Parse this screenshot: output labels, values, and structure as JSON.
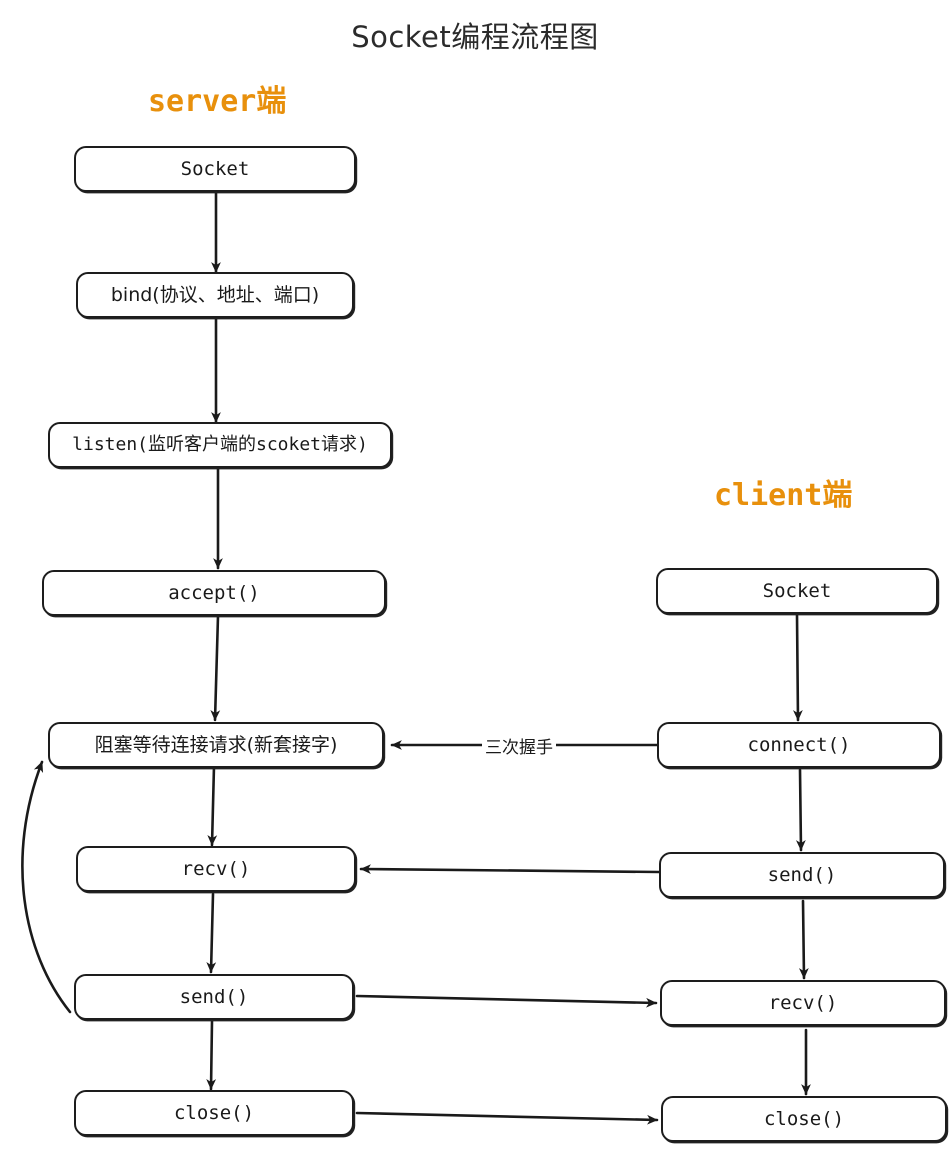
{
  "title": "Socket编程流程图",
  "colors": {
    "lane_label": "#e8900c",
    "node_border": "#1d1d1d",
    "text": "#1a1a1a",
    "background": "#ffffff"
  },
  "lanes": [
    {
      "id": "server",
      "label": "server端"
    },
    {
      "id": "client",
      "label": "client端"
    }
  ],
  "server": {
    "lane_label": "server端",
    "nodes": [
      {
        "id": "server-socket",
        "label": "Socket"
      },
      {
        "id": "server-bind",
        "label": "bind(协议、地址、端口)"
      },
      {
        "id": "server-listen",
        "label": "listen(监听客户端的scoket请求)"
      },
      {
        "id": "server-accept",
        "label": "accept()"
      },
      {
        "id": "server-block",
        "label": "阻塞等待连接请求(新套接字)"
      },
      {
        "id": "server-recv",
        "label": "recv()"
      },
      {
        "id": "server-send",
        "label": "send()"
      },
      {
        "id": "server-close",
        "label": "close()"
      }
    ]
  },
  "client": {
    "lane_label": "client端",
    "nodes": [
      {
        "id": "client-socket",
        "label": "Socket"
      },
      {
        "id": "client-connect",
        "label": "connect()"
      },
      {
        "id": "client-send",
        "label": "send()"
      },
      {
        "id": "client-recv",
        "label": "recv()"
      },
      {
        "id": "client-close",
        "label": "close()"
      }
    ]
  },
  "edges": [
    {
      "id": "e-srv-socket-bind",
      "from": "server-socket",
      "to": "server-bind",
      "label": ""
    },
    {
      "id": "e-srv-bind-listen",
      "from": "server-bind",
      "to": "server-listen",
      "label": ""
    },
    {
      "id": "e-srv-listen-accept",
      "from": "server-listen",
      "to": "server-accept",
      "label": ""
    },
    {
      "id": "e-srv-accept-block",
      "from": "server-accept",
      "to": "server-block",
      "label": ""
    },
    {
      "id": "e-srv-block-recv",
      "from": "server-block",
      "to": "server-recv",
      "label": ""
    },
    {
      "id": "e-srv-recv-send",
      "from": "server-recv",
      "to": "server-send",
      "label": ""
    },
    {
      "id": "e-srv-send-close",
      "from": "server-send",
      "to": "server-close",
      "label": ""
    },
    {
      "id": "e-cli-socket-connect",
      "from": "client-socket",
      "to": "client-connect",
      "label": ""
    },
    {
      "id": "e-cli-connect-send",
      "from": "client-connect",
      "to": "client-send",
      "label": ""
    },
    {
      "id": "e-cli-send-recv",
      "from": "client-send",
      "to": "client-recv",
      "label": ""
    },
    {
      "id": "e-cli-recv-close",
      "from": "client-recv",
      "to": "client-close",
      "label": ""
    },
    {
      "id": "e-handshake",
      "from": "client-connect",
      "to": "server-block",
      "label": "三次握手"
    },
    {
      "id": "e-cli-send-srv-recv",
      "from": "client-send",
      "to": "server-recv",
      "label": ""
    },
    {
      "id": "e-srv-send-cli-recv",
      "from": "server-send",
      "to": "client-recv",
      "label": ""
    },
    {
      "id": "e-srv-close-cli-close",
      "from": "server-close",
      "to": "client-close",
      "label": ""
    },
    {
      "id": "e-loopback",
      "from": "server-send",
      "to": "server-block",
      "label": ""
    }
  ],
  "edge_labels": {
    "handshake": "三次握手"
  }
}
